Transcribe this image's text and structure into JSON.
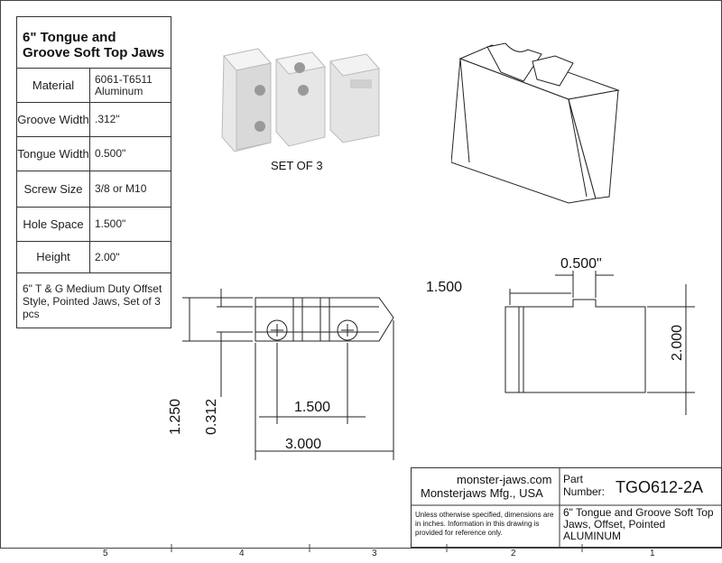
{
  "spec": {
    "title": "6\" Tongue and Groove Soft Top Jaws",
    "rows": [
      {
        "label": "Material",
        "value": "6061-T6511 Aluminum"
      },
      {
        "label": "Groove Width",
        "value": ".312\""
      },
      {
        "label": "Tongue Width",
        "value": "0.500\""
      },
      {
        "label": "Screw Size",
        "value": "3/8 or M10"
      },
      {
        "label": "Hole Space",
        "value": "1.500\""
      },
      {
        "label": "Height",
        "value": "2.00\""
      }
    ],
    "note": "6\" T & G Medium Duty Offset Style, Pointed Jaws, Set of 3 pcs"
  },
  "photo_caption": "SET OF 3",
  "dims": {
    "tongue": "0.500\"",
    "offset": "1.500",
    "height": "2.000",
    "overall_height": "1.250",
    "groove": "0.312",
    "hole_space": "1.500",
    "length": "3.000"
  },
  "title_block": {
    "website": "monster-jaws.com",
    "company": "Monsterjaws Mfg., USA",
    "part_label": "Part Number:",
    "part_number": "TGO612-2A",
    "disclaimer": "Unless otherwise specified, dimensions are in inches. Information in this drawing is provided for reference only.",
    "description": "6\" Tongue and Groove Soft Top Jaws, Offset, Pointed ALUMINUM"
  },
  "zones": [
    "5",
    "4",
    "3",
    "2",
    "1"
  ]
}
